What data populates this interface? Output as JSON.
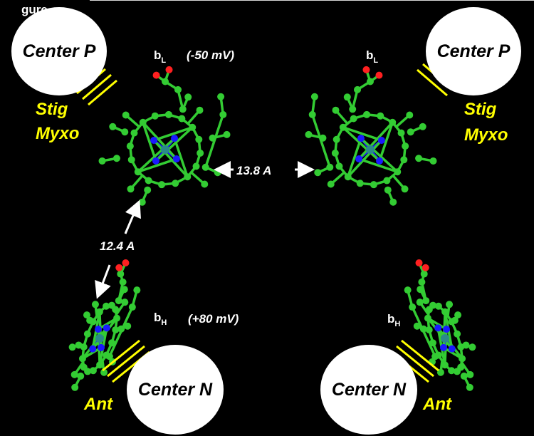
{
  "header": {
    "corner_text": "gure"
  },
  "labels": {
    "center_p": "Center P",
    "center_n": "Center N",
    "stig": "Stig",
    "myxo": "Myxo",
    "ant": "Ant",
    "bl_letter": "b",
    "bl_sub": "L",
    "bh_letter": "b",
    "bh_sub": "H",
    "bl_potential": "(-50 mV)",
    "bh_potential": "(+80 mV)",
    "distance_horizontal": "13.8 A",
    "distance_vertical": "12.4 A"
  },
  "colors": {
    "background": "#000000",
    "carbon": "#33cc33",
    "nitrogen": "#1a1aff",
    "oxygen": "#ff2020",
    "iron": "#2a8a8a",
    "inhibitor_text": "#ffff00",
    "center_fill": "#ffffff"
  }
}
